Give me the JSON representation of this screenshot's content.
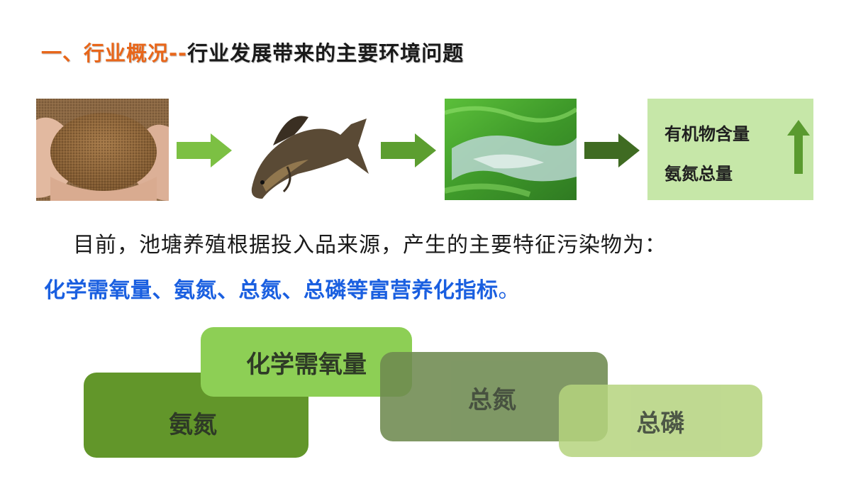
{
  "title": {
    "part1": "一、行业概况--",
    "part2": "行业发展带来的主要环境问题"
  },
  "flow": {
    "images": [
      "feed-pellets-image",
      "carp-fish-image",
      "algae-water-image"
    ],
    "arrows": [
      "right-arrow",
      "right-arrow",
      "right-arrow"
    ],
    "result": {
      "line1": "有机物含量",
      "line2": "氨氮总量",
      "indicator": "up-arrow-icon"
    }
  },
  "text": {
    "para1": "目前，池塘养殖根据投入品来源，产生的主要特征污染物为：",
    "para2": "化学需氧量、氨氮、总氮、总磷等富营养化指标",
    "para2_end": "。"
  },
  "blocks": {
    "cod": "化学需氧量",
    "ammonia": "氨氮",
    "tn": "总氮",
    "tp": "总磷"
  },
  "colors": {
    "title_accent": "#e8661a",
    "highlight_blue": "#1a5fe0",
    "arrow_light": "#7cc043",
    "arrow_mid": "#5c9e30",
    "arrow_dark": "#3f6b22",
    "result_box": "#c6e7a8",
    "block_ammonia": "#62962a",
    "block_cod": "#8dcf55",
    "block_tn": "#6e8a50",
    "block_tp": "#b5d37e"
  }
}
